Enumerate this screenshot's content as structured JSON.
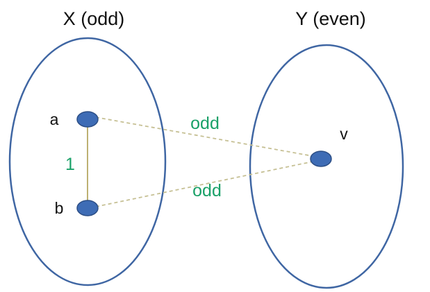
{
  "sets": {
    "left": {
      "title": "X (odd)"
    },
    "right": {
      "title": "Y (even)"
    }
  },
  "nodes": {
    "a": {
      "label": "a"
    },
    "b": {
      "label": "b"
    },
    "v": {
      "label": "v"
    }
  },
  "edges": {
    "ab": {
      "label": "1"
    },
    "av": {
      "label": "odd"
    },
    "bv": {
      "label": "odd"
    }
  },
  "colors": {
    "set_outline": "#3f66a3",
    "node_fill": "#3e6cb5",
    "node_stroke": "#2d4f86",
    "edge_solid": "#b6a863",
    "edge_dashed": "#c6c094",
    "edge_label": "#1aa168"
  }
}
